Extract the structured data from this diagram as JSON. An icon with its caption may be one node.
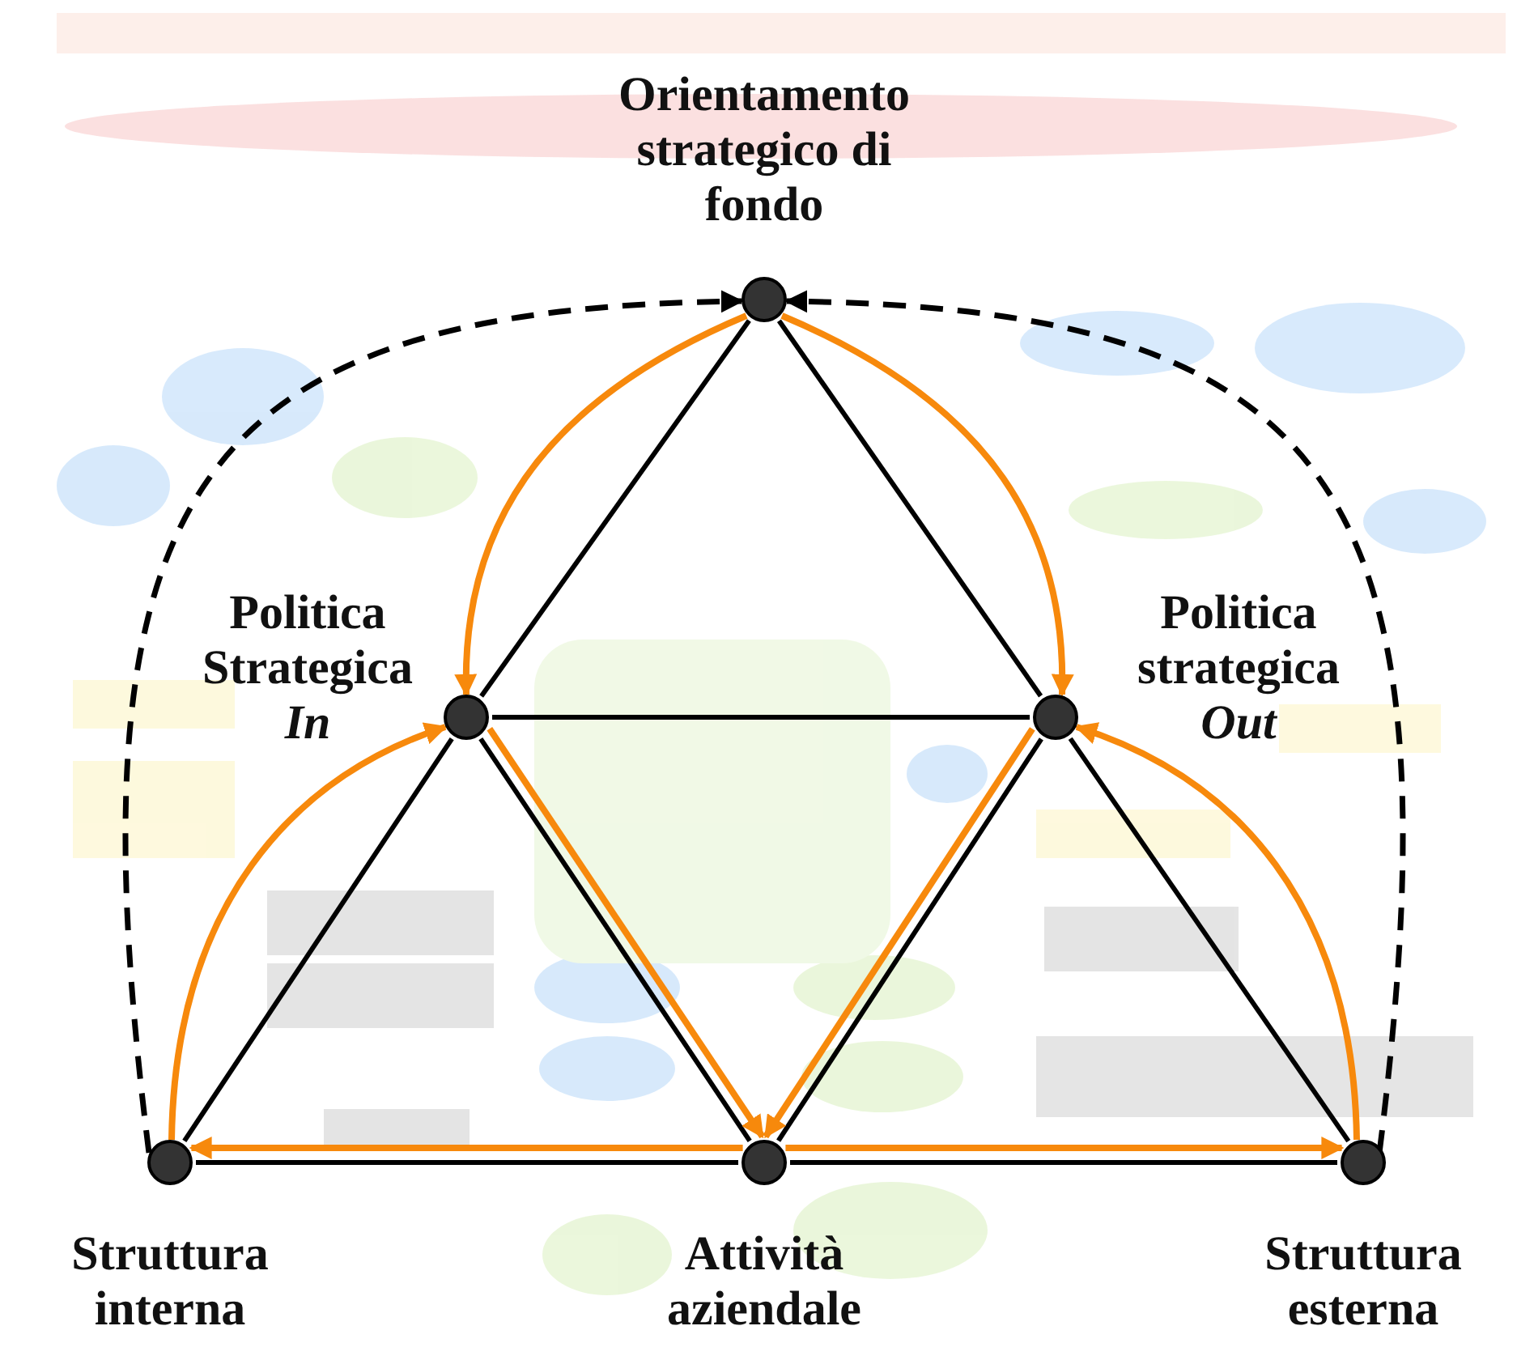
{
  "diagram": {
    "nodes": [
      {
        "text": [],
        "shape": "circle",
        "beside": [
          "Orientamento strategico di fondo"
        ]
      },
      {
        "text": [],
        "shape": "circle",
        "beside": [
          "Politica Strategica *In*"
        ]
      },
      {
        "text": [],
        "shape": "circle",
        "beside": [
          "Politica strategica *Out*"
        ]
      },
      {
        "text": [],
        "shape": "circle",
        "beside": [
          "Struttura interna"
        ]
      },
      {
        "text": [],
        "shape": "circle",
        "beside": [
          "Attività aziendale"
        ]
      },
      {
        "text": [],
        "shape": "circle",
        "beside": [
          "Struttura esterna"
        ]
      }
    ],
    "edges": [
      {
        "from": 0,
        "to": 1,
        "arrow": "none"
      },
      {
        "from": 0,
        "to": 2,
        "arrow": "none"
      },
      {
        "from": 1,
        "to": 2,
        "arrow": "none"
      },
      {
        "from": 1,
        "to": 3,
        "arrow": "none"
      },
      {
        "from": 1,
        "to": 4,
        "arrow": "none"
      },
      {
        "from": 2,
        "to": 4,
        "arrow": "none"
      },
      {
        "from": 2,
        "to": 5,
        "arrow": "none"
      },
      {
        "from": 3,
        "to": 4,
        "arrow": "none"
      },
      {
        "from": 4,
        "to": 5,
        "arrow": "none"
      },
      {
        "from": 0,
        "to": 1,
        "arrow": "to",
        "color": "#f7890c"
      },
      {
        "from": 0,
        "to": 2,
        "arrow": "to",
        "color": "#f7890c"
      },
      {
        "from": 3,
        "to": 1,
        "arrow": "to",
        "color": "#f7890c"
      },
      {
        "from": 5,
        "to": 2,
        "arrow": "to",
        "color": "#f7890c"
      },
      {
        "from": 1,
        "to": 4,
        "arrow": "to",
        "color": "#f7890c"
      },
      {
        "from": 2,
        "to": 4,
        "arrow": "to",
        "color": "#f7890c"
      },
      {
        "from": 4,
        "to": 3,
        "arrow": "to",
        "color": "#f7890c"
      },
      {
        "from": 4,
        "to": 5,
        "arrow": "to",
        "color": "#f7890c"
      },
      {
        "from": 3,
        "to": 0,
        "arrow": "to",
        "style": "dashed"
      },
      {
        "from": 5,
        "to": 0,
        "arrow": "to",
        "style": "dashed"
      }
    ]
  }
}
